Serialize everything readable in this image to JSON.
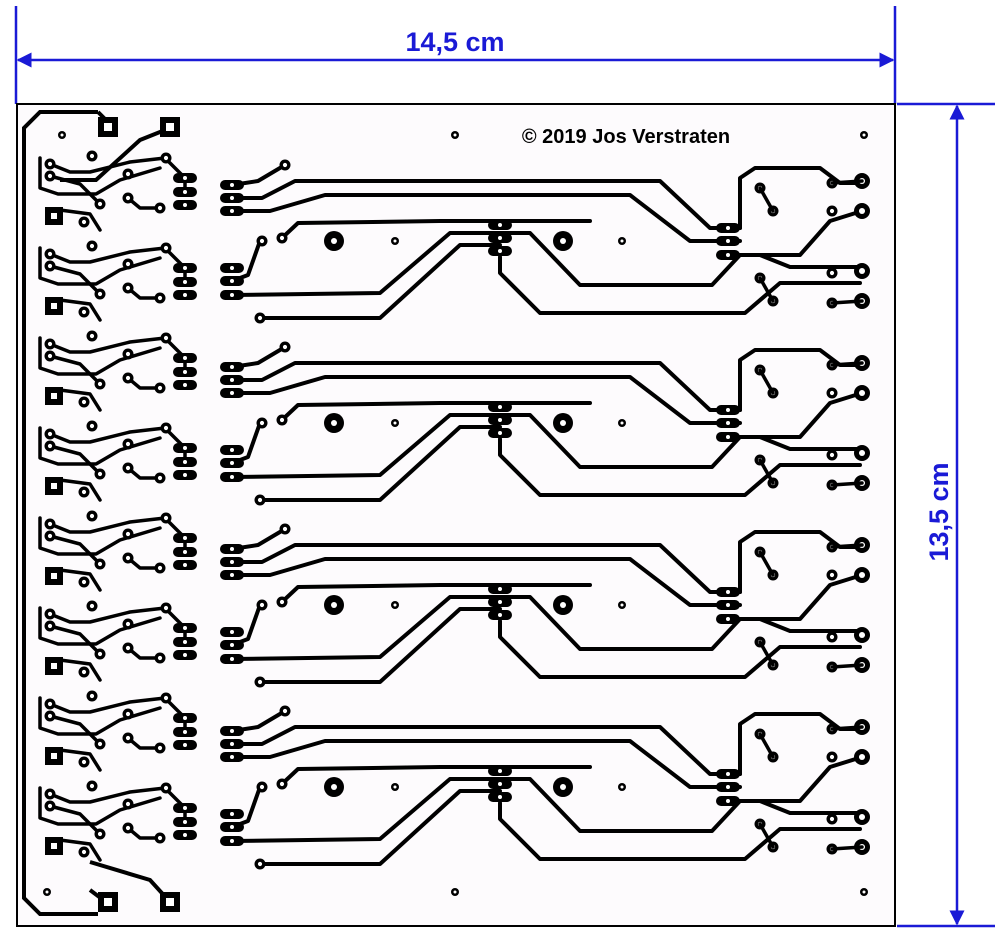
{
  "width_dimension": "14,5 cm",
  "height_dimension": "13,5 cm",
  "copyright": "© 2019 Jos Verstraten",
  "colors": {
    "dimension": "#1a1ad6",
    "board": "#fdfbfd",
    "copper": "#000000",
    "background": "#ffffff"
  }
}
